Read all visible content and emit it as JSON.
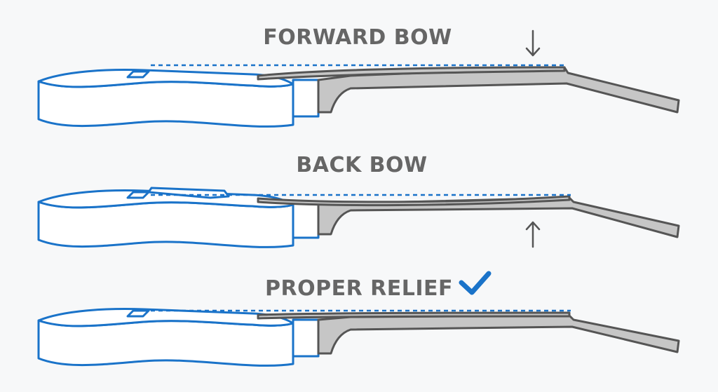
{
  "panels": [
    {
      "id": "forward",
      "title": "FORWARD BOW",
      "arrow": "down"
    },
    {
      "id": "back",
      "title": "BACK BOW",
      "arrow": "up"
    },
    {
      "id": "proper",
      "title": "PROPER RELIEF",
      "arrow": "none",
      "badge_icon": "checkmark-icon"
    }
  ],
  "colors": {
    "accent": "#1a73c9",
    "neck_fill": "#c6c6c6",
    "outline": "#555555",
    "title": "#666666",
    "background": "#f7f8f9"
  }
}
